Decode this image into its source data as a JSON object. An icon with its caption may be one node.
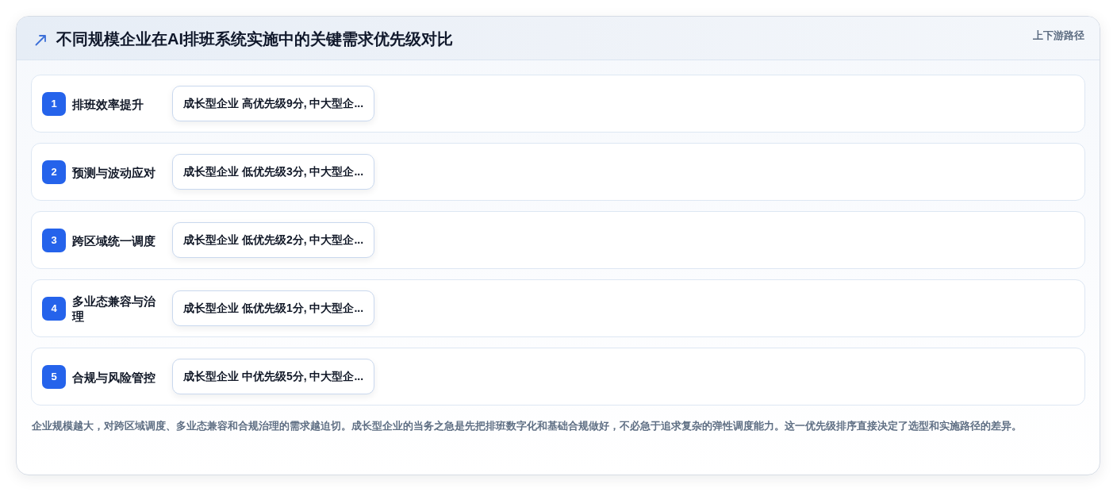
{
  "diagram": {
    "title": "不同规模企业在AI排班系统实施中的关键需求优先级对比",
    "nodes": [
      {
        "text": [
          "排班效率提升"
        ]
      },
      {
        "text": [
          "1"
        ],
        "in": 0
      },
      {
        "text": [
          "成长型企业 高优先级9分, 中大型企..."
        ],
        "in": 0
      },
      {
        "text": [
          "预测与波动应对"
        ]
      },
      {
        "text": [
          "2"
        ],
        "in": 3
      },
      {
        "text": [
          "成长型企业 低优先级3分, 中大型企..."
        ],
        "in": 3
      },
      {
        "text": [
          "跨区域统一调度"
        ]
      },
      {
        "text": [
          "3"
        ],
        "in": 6
      },
      {
        "text": [
          "成长型企业 低优先级2分, 中大型企..."
        ],
        "in": 6
      },
      {
        "text": [
          "多业态兼容与治理"
        ]
      },
      {
        "text": [
          "4"
        ],
        "in": 9
      },
      {
        "text": [
          "成长型企业 低优先级1分, 中大型企..."
        ],
        "in": 9
      },
      {
        "text": [
          "合规与风险管控"
        ]
      },
      {
        "text": [
          "5"
        ],
        "in": 12
      },
      {
        "text": [
          "成长型企业 中优先级5分, 中大型企..."
        ],
        "in": 12
      }
    ],
    "labels": [
      "上下游路径"
    ],
    "caption": "企业规模越大，对跨区域调度、多业态兼容和合规治理的需求越迫切。成长型企业的当务之急是先把排班数字化和基础合规做好，不必急于追求复杂的弹性调度能力。这一优先级排序直接决定了选型和实施路径的差异。"
  }
}
